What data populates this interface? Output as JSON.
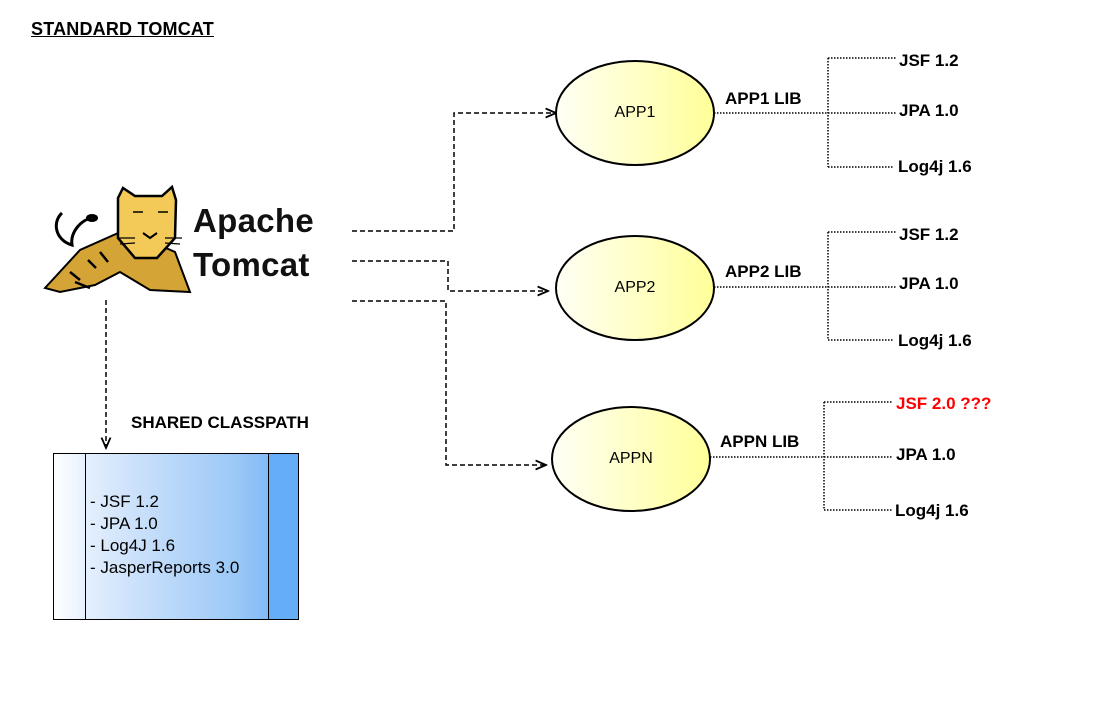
{
  "title": "STANDARD TOMCAT",
  "logo": {
    "icon": "tomcat-cat-icon",
    "line1": "Apache",
    "line2": "Tomcat"
  },
  "shared_classpath": {
    "title": "SHARED CLASSPATH",
    "items": [
      "- JSF 1.2",
      "- JPA 1.0",
      "- Log4J 1.6",
      "- JasperReports 3.0"
    ]
  },
  "apps": [
    {
      "name": "APP1",
      "lib_label": "APP1 LIB",
      "libs": [
        {
          "label": "JSF 1.2",
          "color": "#000000"
        },
        {
          "label": "JPA 1.0",
          "color": "#000000"
        },
        {
          "label": "Log4j 1.6",
          "color": "#000000"
        }
      ]
    },
    {
      "name": "APP2",
      "lib_label": "APP2 LIB",
      "libs": [
        {
          "label": "JSF 1.2",
          "color": "#000000"
        },
        {
          "label": "JPA 1.0",
          "color": "#000000"
        },
        {
          "label": "Log4j 1.6",
          "color": "#000000"
        }
      ]
    },
    {
      "name": "APPN",
      "lib_label": "APPN LIB",
      "libs": [
        {
          "label": "JSF 2.0 ???",
          "color": "#ff0000"
        },
        {
          "label": "JPA 1.0",
          "color": "#000000"
        },
        {
          "label": "Log4j 1.6",
          "color": "#000000"
        }
      ]
    }
  ],
  "colors": {
    "app_fill_light": "#fffff4",
    "app_fill_dark": "#ffff99",
    "conflict": "#ff0000"
  }
}
